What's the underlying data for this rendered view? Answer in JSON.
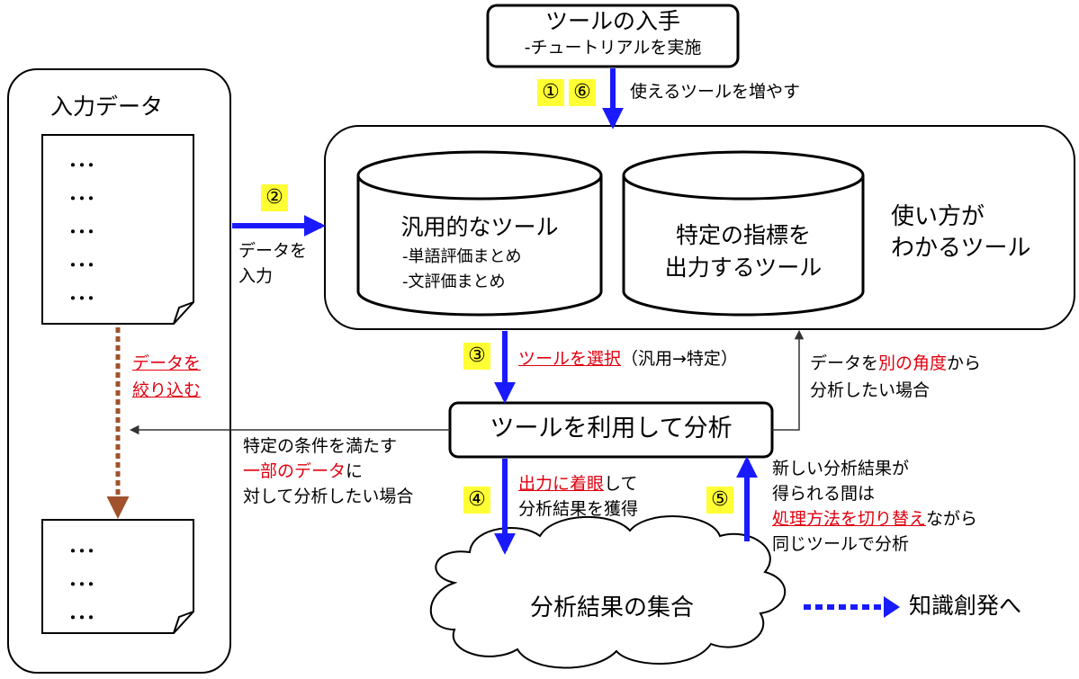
{
  "tool_acquire": {
    "title": "ツールの入手",
    "sub": "-チュートリアルを実施"
  },
  "step1_6": {
    "badge1": "①",
    "badge6": "⑥",
    "label": "使えるツールを増やす"
  },
  "input_data": {
    "title": "入力データ",
    "dots": "･･･"
  },
  "step2": {
    "badge": "②",
    "label_line1": "データを",
    "label_line2": "入力"
  },
  "general_tool": {
    "title": "汎用的なツール",
    "sub1": "-単語評価まとめ",
    "sub2": "-文評価まとめ"
  },
  "specific_tool": {
    "line1": "特定の指標を",
    "line2": "出力するツール"
  },
  "known_tools": {
    "line1": "使い方が",
    "line2": "わかるツール"
  },
  "narrow": {
    "line1": "データを",
    "line2": "絞り込む"
  },
  "step3": {
    "badge": "③",
    "label_red": "ツールを選択",
    "label_rest": "（汎用→特定）"
  },
  "angle": {
    "pre": "データを",
    "red": "別の角度",
    "post": "から",
    "line2": "分析したい場合"
  },
  "analyze": {
    "label": "ツールを利用して分析"
  },
  "subset": {
    "line1": "特定の条件を満たす",
    "line2_red": "一部のデータ",
    "line2_rest": "に",
    "line3": "対して分析したい場合"
  },
  "step4": {
    "badge": "④",
    "red1": "出力",
    "mid": "に",
    "red2": "着眼",
    "post": "して",
    "line2": "分析結果を獲得"
  },
  "step5": {
    "badge": "⑤",
    "line1": "新しい分析結果が",
    "line2": "得られる間は",
    "red": "処理方法を切り替え",
    "after": "ながら",
    "line4": "同じツールで分析"
  },
  "results": {
    "label": "分析結果の集合"
  },
  "knowledge": {
    "label": "知識創発へ"
  },
  "colors": {
    "arrow_blue": "#1a1aff",
    "narrow_brown": "#a0522d",
    "highlight": "#ffff33",
    "emphasis_red": "#e0000f"
  }
}
